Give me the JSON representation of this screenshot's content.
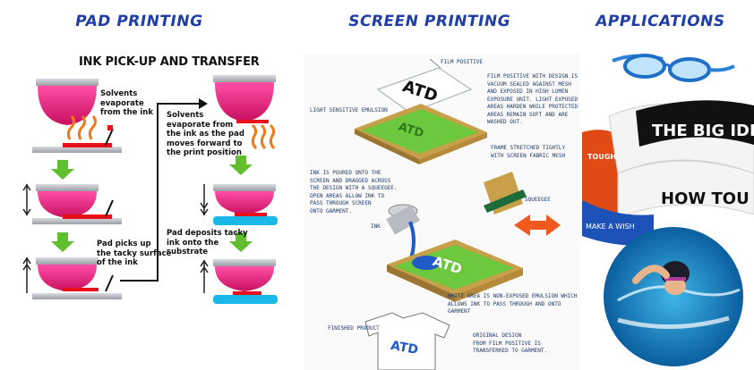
{
  "titles": {
    "pad_printing": "PAD PRINTING",
    "screen_printing": "SCREEN PRINTING",
    "applications": "APPLICATIONS"
  },
  "pad_printing": {
    "heading": "INK PICK-UP AND TRANSFER",
    "step1": "Solvents\nevaporate\nfrom the ink",
    "step2": "Solvents\nevaporate from\nthe ink as the pad\nmoves forward to\nthe print position",
    "step3": "Pad picks up\nthe tacky surface\nof the ink",
    "step4": "Pad deposits tacky\nink onto the\nsubstrate",
    "colors": {
      "pad": "#e8187a",
      "ink": "#e8101a",
      "substrate": "#19b8e8",
      "arrow": "#5fbf2f",
      "plate": "#b8bcc2"
    }
  },
  "screen_printing": {
    "film_positive": "FILM POSITIVE",
    "film_desc": "FILM POSITIVE WITH DESIGN IS\nVACUUM SEALED AGAINST MESH\nAND EXPOSED IN HIGH LUMEN\nEXPOSURE UNIT. LIGHT EXPOSED\nAREAS HARDEN WHILE PROTECTED\nAREAS REMAIN SOFT AND ARE\nWASHED OUT.",
    "emulsion": "LIGHT SENSITIVE EMULSION",
    "frame": "FRAME STRETCHED TIGHTLY\nWITH  SCREEN FABRIC MESH",
    "ink_poured": "INK IS POURED ONTO THE\nSCREEN AND DRAGGED ACROSS\nTHE DESIGN WITH A SQUEEGEE.\nOPEN AREAS ALLOW INK TO\nPASS THROUGH SCREEN\nONTO GARMENT.",
    "squeegee": "SQUEEGEE",
    "ink": "INK",
    "white_area": "WHITE AREA IS NON-EXPOSED EMULSION WHICH\nALLOWS INK TO PASS THROUGH AND ONTO GARMENT",
    "finished": "FINISHED PRODUCT",
    "original": "ORIGINAL DESIGN\nFROM FILM POSITIVE IS\nTRANSFERRED TO GARMENT.",
    "logo": "ATD",
    "colors": {
      "mesh": "#6cc83c",
      "frame": "#c8a04a",
      "ink": "#1e5bc6"
    }
  },
  "applications": {
    "band1": "THE BIG IDEA",
    "band2": "HOW TOU",
    "band3": "MAKE A WISH",
    "band4": "TOUGH"
  }
}
